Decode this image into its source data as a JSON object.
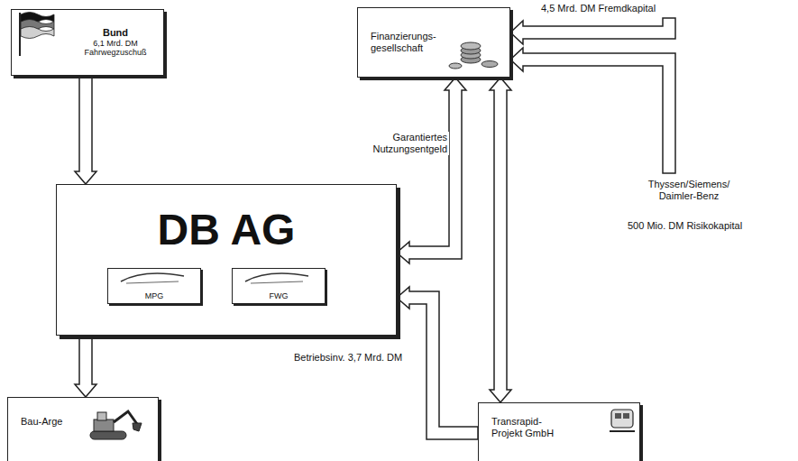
{
  "diagram": {
    "nodes": [
      {
        "text": [
          "Bund",
          "6,1 Mrd. DM Fahrwegzuschuß"
        ]
      },
      {
        "text": [
          "Finanzierungs- gesellschaft"
        ]
      },
      {
        "text": [
          "DB AG"
        ]
      },
      {
        "text": [
          "MPG"
        ],
        "in": 2
      },
      {
        "text": [
          "FWG"
        ],
        "in": 2
      },
      {
        "text": [
          "Bau-Arge"
        ]
      },
      {
        "text": [
          "Transrapid- Projekt GmbH"
        ]
      }
    ],
    "edges": [
      {
        "from": 0,
        "to": 2,
        "arrow": "to"
      },
      {
        "from": 2,
        "to": 5,
        "arrow": "to"
      },
      {
        "from": 1,
        "to": 2,
        "arrow": "both",
        "label": "Garantiertes Nutzungsentgeld"
      },
      {
        "from": 1,
        "to": 6,
        "arrow": "both"
      },
      {
        "from": 6,
        "to": 2,
        "arrow": "to",
        "label": "Betriebsinv. 3,7 Mrd. DM"
      }
    ],
    "labels": [
      "4,5 Mrd. DM Fremdkapital",
      "Thyssen/Siemens/ Daimler-Benz",
      "500 Mio. DM Risikokapital"
    ]
  }
}
